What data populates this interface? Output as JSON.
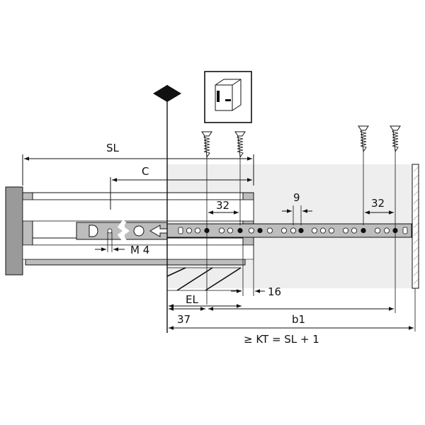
{
  "labels": {
    "sl": "SL",
    "c": "C",
    "d32_left": "32",
    "d9": "9",
    "d32_right": "32",
    "m4": "M 4",
    "d16": "16",
    "el": "EL",
    "d37": "37",
    "b1": "b1",
    "kt": "≥  KT = SL + 1"
  },
  "icons": {
    "arrow": "projection-arrow-icon",
    "cabinet": "cabinet-icon",
    "screw": "screw-icon"
  },
  "colors": {
    "line": "#111111",
    "shade": "#eeeeee",
    "wall": "#9a9a9a",
    "rail": "#bdbdbd"
  }
}
